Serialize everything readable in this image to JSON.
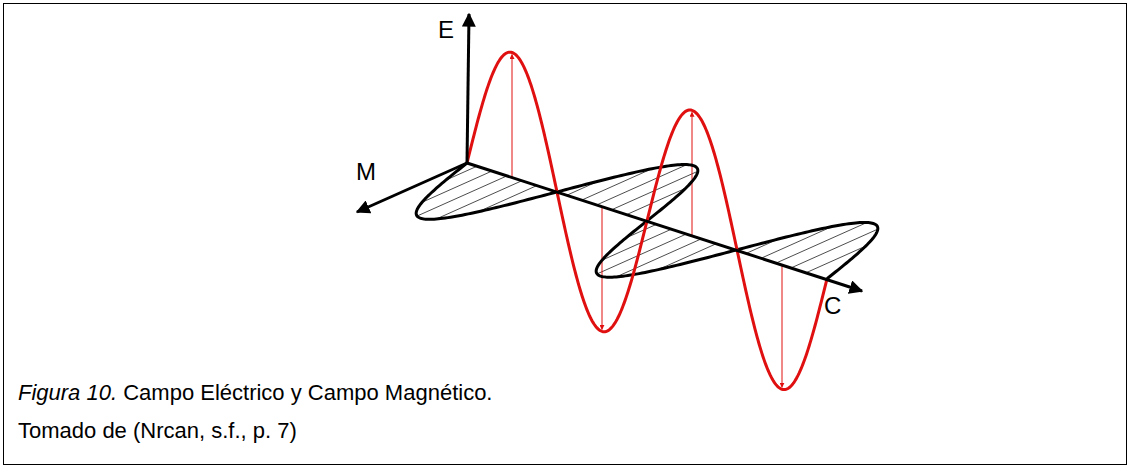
{
  "diagram": {
    "caption": "Campo Eléctrico y Campo Magnético.",
    "labels": [
      "E",
      "M",
      "C",
      "Figura 10.",
      "Tomado de (Nrcan, s.f., p. 7)"
    ]
  }
}
